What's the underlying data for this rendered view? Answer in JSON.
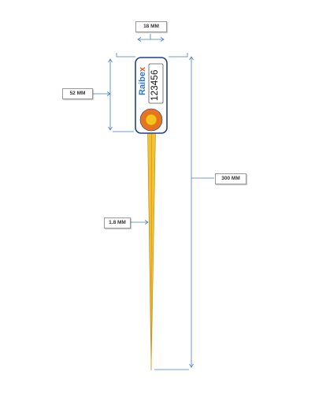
{
  "dimensions": {
    "width": "18 MM",
    "head_height": "52 MM",
    "total_length": "300 MM",
    "wire_diameter": "1.8 MM"
  },
  "seal": {
    "brand": "Raibex",
    "serial": "123456"
  },
  "colors": {
    "dimension_line": "#4a7ec2",
    "head_border": "#1f3f8f",
    "brand_text": "#2f79c8",
    "brand_accent": "#e05a1e",
    "disc_outer": "#e9741e",
    "disc_inner": "#f3c21c",
    "tail": "#f2c230",
    "tail_edge": "#b08a1e"
  }
}
